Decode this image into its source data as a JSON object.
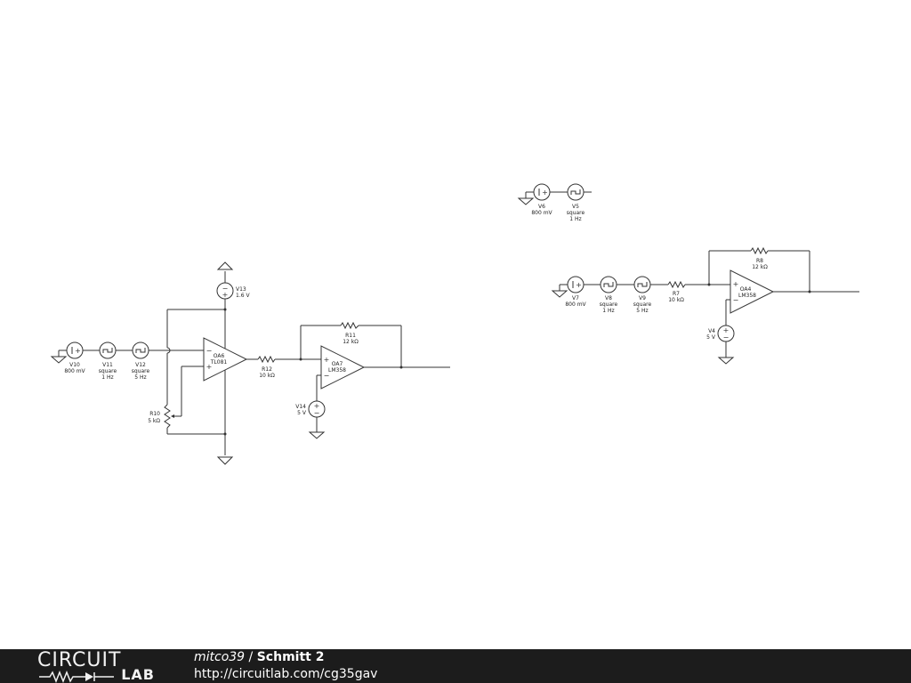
{
  "schematic": {
    "components": {
      "V10": {
        "name": "V10",
        "value": "800 mV"
      },
      "V11": {
        "name": "V11",
        "value": "square",
        "freq": "1 Hz"
      },
      "V12": {
        "name": "V12",
        "value": "square",
        "freq": "5 Hz"
      },
      "V13": {
        "name": "V13",
        "value": "1.6 V"
      },
      "V14": {
        "name": "V14",
        "value": "5 V"
      },
      "R10": {
        "name": "R10",
        "value": "5 kΩ"
      },
      "R11": {
        "name": "R11",
        "value": "12 kΩ"
      },
      "R12": {
        "name": "R12",
        "value": "10 kΩ"
      },
      "OA6": {
        "name": "OA6",
        "part": "TL081"
      },
      "OA7": {
        "name": "OA7",
        "part": "LM358"
      },
      "V6": {
        "name": "V6",
        "value": "800 mV"
      },
      "V5": {
        "name": "V5",
        "value": "square",
        "freq": "1 Hz"
      },
      "V7": {
        "name": "V7",
        "value": "800 mV"
      },
      "V8": {
        "name": "V8",
        "value": "square",
        "freq": "1 Hz"
      },
      "V9": {
        "name": "V9",
        "value": "square",
        "freq": "5 Hz"
      },
      "R7": {
        "name": "R7",
        "value": "10 kΩ"
      },
      "R8": {
        "name": "R8",
        "value": "12 kΩ"
      },
      "OA4": {
        "name": "OA4",
        "part": "LM358"
      },
      "V4": {
        "name": "V4",
        "value": "5 V"
      }
    }
  },
  "footer": {
    "logo_top": "CIRCUIT",
    "logo_bottom": "LAB",
    "author": "mitco39",
    "separator": " / ",
    "title": "Schmitt 2",
    "url": "http://circuitlab.com/cg35gav"
  }
}
